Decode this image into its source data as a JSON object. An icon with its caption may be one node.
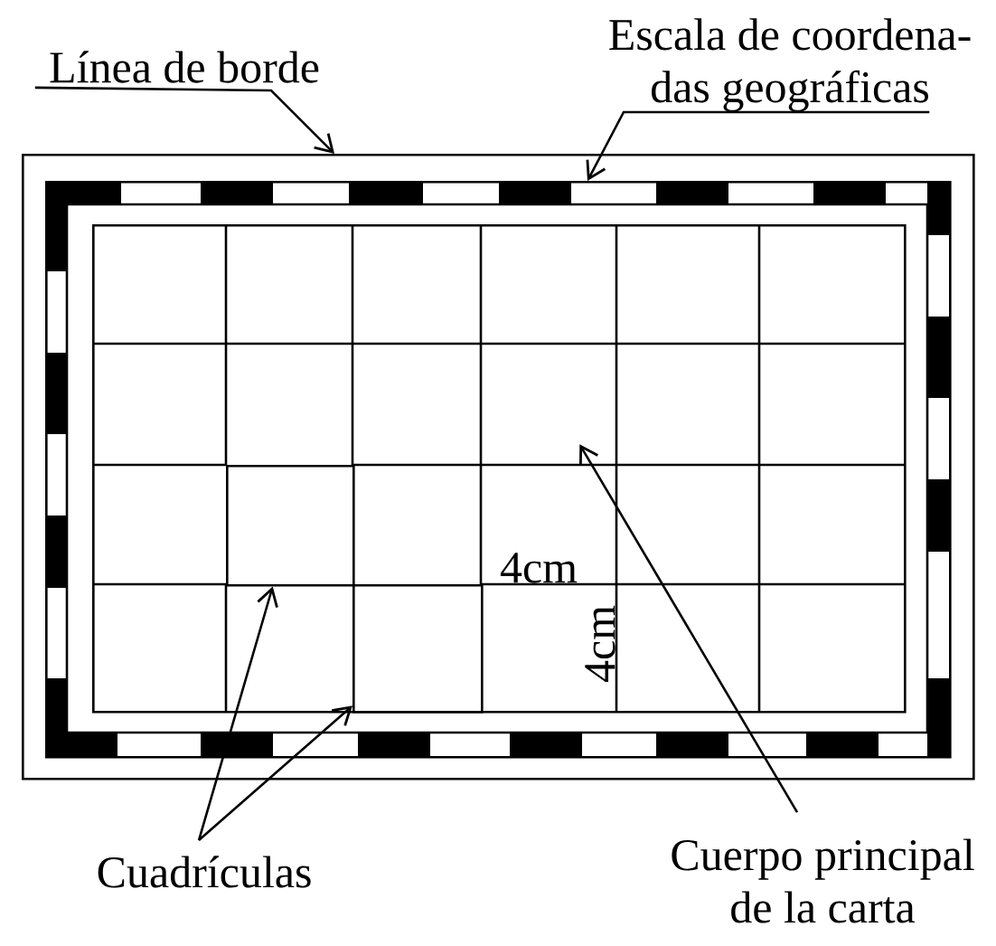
{
  "diagram": {
    "nodes": [
      {
        "text": [
          "Línea de borde"
        ]
      },
      {
        "text": [
          "Escala de coordena- das geográficas"
        ]
      },
      {
        "text": [],
        "shape": "box"
      },
      {
        "text": [],
        "shape": "box",
        "in": 2
      },
      {
        "text": [],
        "shape": "box",
        "in": 3
      },
      {
        "text": [],
        "shape": "box",
        "in": 4
      },
      {
        "text": [],
        "shape": "box",
        "in": 4
      },
      {
        "text": [
          "Cuadrículas"
        ]
      },
      {
        "text": [
          "Cuerpo principal de la carta"
        ]
      }
    ],
    "edges": [
      {
        "from": 0,
        "to": 2,
        "arrow": "to"
      },
      {
        "from": 1,
        "to": 3,
        "arrow": "to"
      },
      {
        "from": 7,
        "to": 5,
        "arrow": "to"
      },
      {
        "from": 7,
        "to": 6,
        "arrow": "to"
      },
      {
        "from": 8,
        "to": 4,
        "arrow": "to"
      }
    ],
    "labels": [
      "4cm",
      "4cm"
    ]
  }
}
